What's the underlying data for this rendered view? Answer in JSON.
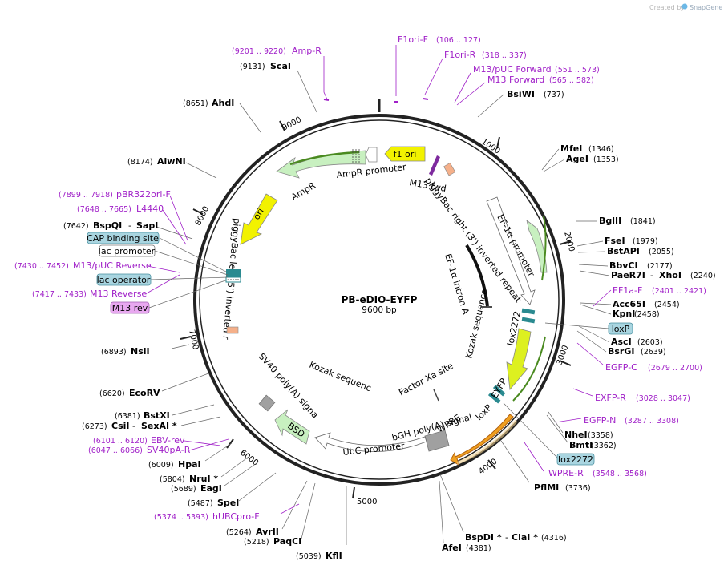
{
  "credit": "Created by",
  "brand": "SnapGene",
  "plasmid": {
    "name": "PB-eDIO-EYFP",
    "size": "9600 bp"
  },
  "ticks": [
    "1000",
    "2000",
    "3000",
    "4000",
    "5000",
    "6000",
    "7000",
    "8000",
    "9000"
  ],
  "colors": {
    "backbone": "#222222",
    "primer": "#a020c8",
    "yellow": "#f2f200",
    "lime": "#ddf020",
    "green": "#c8f0c0",
    "orange": "#f0a020",
    "gray": "#a0a0a0",
    "teal": "#2a8a90",
    "salmon": "#f5b08a",
    "box_blue": "#a9d5e0",
    "box_purple": "#e8a8f0"
  },
  "features": {
    "f1_ori": "f1 ori",
    "ampr": "AmpR",
    "ampr_promoter": "AmpR promoter",
    "ori": "ori",
    "m13_fwd": "M13 fwd",
    "pb_right": "piggyBac right (3') inverted repeat",
    "ef1a_promoter": "EF-1α promoter",
    "ef1a_intron": "EF-1α intron A",
    "kozak1": "Kozak sequence",
    "lox2272": "lox2272",
    "eyfp": "EYFP",
    "loxp": "loxP",
    "factor_xa": "Factor Xa site",
    "wpre": "WPRE",
    "bgh": "bGH poly(A) signal",
    "ubc": "UbC promoter",
    "bsd": "BSD",
    "sv40": "SV40 poly(A) signal",
    "kozak2": "Kozak sequence",
    "pb_left": "piggyBac left (5') inverted repeat"
  },
  "left_sites": [
    {
      "num": "(9131)",
      "name": "ScaI"
    },
    {
      "num": "(8651)",
      "name": "AhdI"
    },
    {
      "num": "(8174)",
      "name": "AlwNI"
    },
    {
      "num": "(7642)",
      "name": "BspQI",
      "name2": "SapI"
    },
    {
      "num": "(6893)",
      "name": "NsiI"
    },
    {
      "num": "(6620)",
      "name": "EcoRV"
    },
    {
      "num": "(6381)",
      "name": "BstXI"
    },
    {
      "num": "(6273)",
      "name": "CsiI",
      "name2": "SexAI *"
    },
    {
      "num": "(6009)",
      "name": "HpaI"
    },
    {
      "num": "(5804)",
      "name": "NruI *"
    },
    {
      "num": "(5689)",
      "name": "EagI"
    },
    {
      "num": "(5487)",
      "name": "SpeI"
    },
    {
      "num": "(5264)",
      "name": "AvrII"
    },
    {
      "num": "(5218)",
      "name": "PaqCI"
    },
    {
      "num": "(5039)",
      "name": "KflI"
    }
  ],
  "right_sites": [
    {
      "name": "BsiWI",
      "num": "(737)"
    },
    {
      "name": "MfeI",
      "num": "(1346)"
    },
    {
      "name": "AgeI",
      "num": "(1353)"
    },
    {
      "name": "BglII",
      "num": "(1841)"
    },
    {
      "name": "FseI",
      "num": "(1979)"
    },
    {
      "name": "BstAPI",
      "num": "(2055)"
    },
    {
      "name": "BbvCI",
      "num": "(2177)"
    },
    {
      "name": "PaeR7I",
      "name2": "XhoI",
      "num": "(2240)"
    },
    {
      "name": "Acc65I",
      "num": "(2454)"
    },
    {
      "name": "KpnI",
      "num": "(2458)"
    },
    {
      "name": "AscI",
      "num": "(2603)"
    },
    {
      "name": "BsrGI",
      "num": "(2639)"
    },
    {
      "name": "NheI",
      "num": "(3358)"
    },
    {
      "name": "BmtI",
      "num": "(3362)"
    },
    {
      "name": "PflMI",
      "num": "(3736)"
    },
    {
      "name": "BspDI *",
      "name2": "ClaI *",
      "num": "(4316)"
    },
    {
      "name": "AfeI",
      "num": "(4381)"
    }
  ],
  "primers_left": [
    {
      "range": "(9201 .. 9220)",
      "name": "Amp-R"
    },
    {
      "range": "(7899 .. 7918)",
      "name": "pBR322ori-F"
    },
    {
      "range": "(7648 .. 7665)",
      "name": "L4440"
    },
    {
      "range": "(7430 .. 7452)",
      "name": "M13/pUC Reverse"
    },
    {
      "range": "(7417 .. 7433)",
      "name": "M13 Reverse"
    },
    {
      "range": "(6101 .. 6120)",
      "name": "EBV-rev"
    },
    {
      "range": "(6047 .. 6066)",
      "name": "SV40pA-R"
    },
    {
      "range": "(5374 .. 5393)",
      "name": "hUBCpro-F"
    }
  ],
  "primers_right": [
    {
      "name": "F1ori-F",
      "range": "(106 .. 127)"
    },
    {
      "name": "F1ori-R",
      "range": "(318 .. 337)"
    },
    {
      "name": "M13/pUC Forward",
      "range": "(551 .. 573)"
    },
    {
      "name": "M13 Forward",
      "range": "(565 .. 582)"
    },
    {
      "name": "EF1a-F",
      "range": "(2401 .. 2421)"
    },
    {
      "name": "EGFP-C",
      "range": "(2679 .. 2700)"
    },
    {
      "name": "EXFP-R",
      "range": "(3028 .. 3047)"
    },
    {
      "name": "EGFP-N",
      "range": "(3287 .. 3308)"
    },
    {
      "name": "WPRE-R",
      "range": "(3548 .. 3568)"
    }
  ],
  "boxes_left": {
    "cap": "CAP binding site",
    "lacprom": "lac promoter",
    "lacop": "lac operator",
    "m13rev": "M13 rev"
  },
  "boxes_right": {
    "loxp": "loxP",
    "lox2272": "lox2272"
  }
}
